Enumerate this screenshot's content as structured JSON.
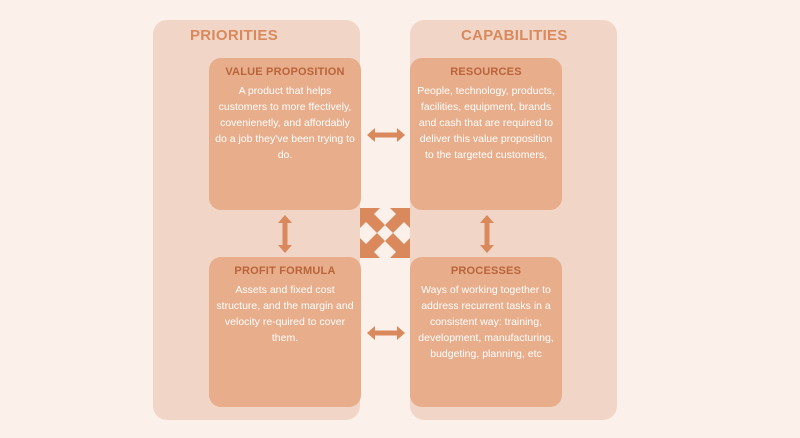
{
  "priorities": {
    "title": "PRIORITIES",
    "value_proposition": {
      "title": "VALUE PROPOSITION",
      "body": "A product that helps customers to more ffectively, covenienetly, and affordably do a job they've been trying to do."
    },
    "profit_formula": {
      "title": "PROFIT FORMULA",
      "body": "Assets and fixed cost structure, and the margin and velocity re-quired to cover them."
    }
  },
  "capabilities": {
    "title": "CAPABILITIES",
    "resources": {
      "title": "RESOURCES",
      "body": "People, technology, products, facilities, equipment, brands and cash that are required to deliver this value proposition to the targeted customers,"
    },
    "processes": {
      "title": "PROCESSES",
      "body": "Ways of working together to address recurrent tasks in a consistent way: training, development, manufacturing, budgeting, planning, etc"
    }
  },
  "colors": {
    "background": "#fcf0ea",
    "column": "#f1d6c8",
    "box": "#e8ad8a",
    "box_title": "#b9643a",
    "arrow": "#d9895c"
  },
  "icons": {
    "horizontal_arrow": "double-arrow-horizontal-icon",
    "vertical_arrow": "double-arrow-vertical-icon",
    "center": "four-way-arrow-icon"
  }
}
